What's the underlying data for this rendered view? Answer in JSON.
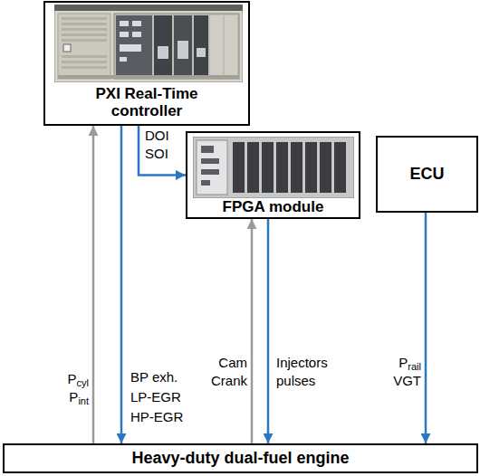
{
  "diagram": {
    "nodes": [
      {
        "text": [
          "PXI Real-Time controller"
        ]
      },
      {
        "text": [
          "FPGA module"
        ]
      },
      {
        "text": [
          "ECU"
        ]
      },
      {
        "text": [
          "Heavy-duty dual-fuel engine"
        ]
      }
    ],
    "edges": [
      {
        "from": 3,
        "to": 0,
        "arrow": "to"
      },
      {
        "from": 0,
        "to": 3,
        "arrow": "to"
      },
      {
        "from": 0,
        "to": 1,
        "arrow": "to"
      },
      {
        "from": 3,
        "to": 1,
        "arrow": "to"
      },
      {
        "from": 1,
        "to": 3,
        "arrow": "to"
      },
      {
        "from": 2,
        "to": 3,
        "arrow": "to"
      }
    ],
    "labels": [
      "Pcyl",
      "Pint",
      "DOI",
      "SOI",
      "BP exh.",
      "LP-EGR",
      "HP-EGR",
      "Cam",
      "Crank",
      "Injectors",
      "pulses",
      "Prail",
      "VGT"
    ]
  }
}
